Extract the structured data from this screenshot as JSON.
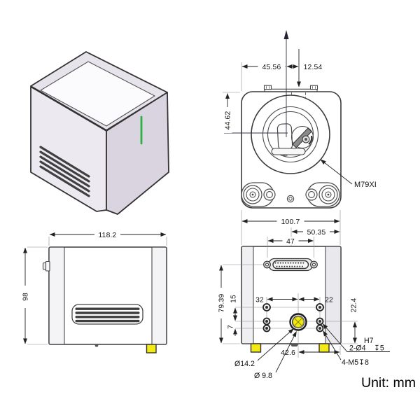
{
  "front_view": {
    "dim_left_to_axis": "45.56",
    "dim_axis_offset": "12.54",
    "dim_top_to_axis": "44.62",
    "dim_overall_width": "100.7",
    "model_label": "M79XI"
  },
  "back_view": {
    "dim_half_width": "50.35",
    "dim_connector_screws": "47",
    "dim_height": "79.39",
    "dim_15": "15",
    "dim_7": "7",
    "dim_32": "32",
    "dim_22": "22",
    "dim_22_4": "22.4",
    "dim_42_6": "42.6",
    "dia_aperture": "Ø14.2",
    "dia_beam": "Ø 9.8",
    "note_m5": "4-M5↧8",
    "note_h7": "H7",
    "note_dowel": "2-Ø4",
    "note_depth5": "↧5"
  },
  "side_view": {
    "dim_width": "118.2",
    "dim_height": "98"
  },
  "footer": {
    "unit_label": "Unit: mm"
  },
  "colors": {
    "accent_yellow": "#f3ea15",
    "accent_green": "#2fae46"
  }
}
